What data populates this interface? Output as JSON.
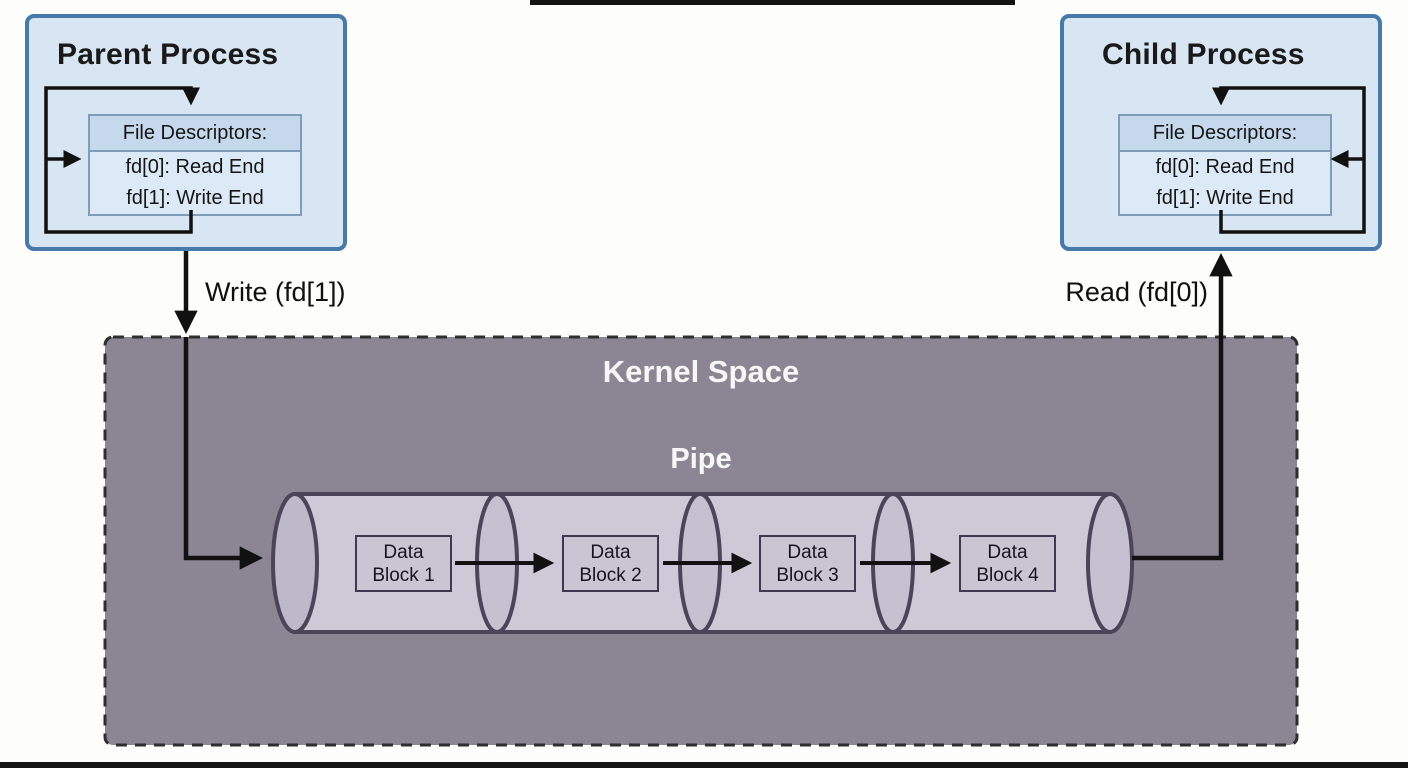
{
  "parent_process": {
    "title": "Parent Process",
    "fd_header": "File Descriptors:",
    "fd_rows": [
      "fd[0]: Read End",
      "fd[1]: Write End"
    ]
  },
  "child_process": {
    "title": "Child Process",
    "fd_header": "File Descriptors:",
    "fd_rows": [
      "fd[0]: Read End",
      "fd[1]: Write End"
    ]
  },
  "flow": {
    "write_label": "Write (fd[1])",
    "read_label": "Read (fd[0])"
  },
  "kernel_space": {
    "title": "Kernel Space",
    "pipe_label": "Pipe",
    "data_blocks": [
      {
        "line1": "Data",
        "line2": "Block 1"
      },
      {
        "line1": "Data",
        "line2": "Block 2"
      },
      {
        "line1": "Data",
        "line2": "Block 3"
      },
      {
        "line1": "Data",
        "line2": "Block 4"
      }
    ]
  },
  "colors": {
    "page_bg": "#fdfdfb",
    "process_fill": "#d8e6f3",
    "process_border": "#4779a9",
    "fd_fill": "#dce9f6",
    "fd_header_fill": "#c6d9ec",
    "fd_border": "#7f9cb8",
    "kernel_fill": "#8b8594",
    "kernel_border": "#2e2e2e",
    "kernel_text": "#f7f7f7",
    "pipe_fill": "#cdc9d7",
    "pipe_ring_fill": "#c6c1d1",
    "pipe_cap_fill": "#beb8cb",
    "pipe_stroke": "#4c4559",
    "block_fill": "#c9c5d3",
    "block_border": "#3e3950",
    "arrow_color": "#111111",
    "text_color": "#151515"
  }
}
